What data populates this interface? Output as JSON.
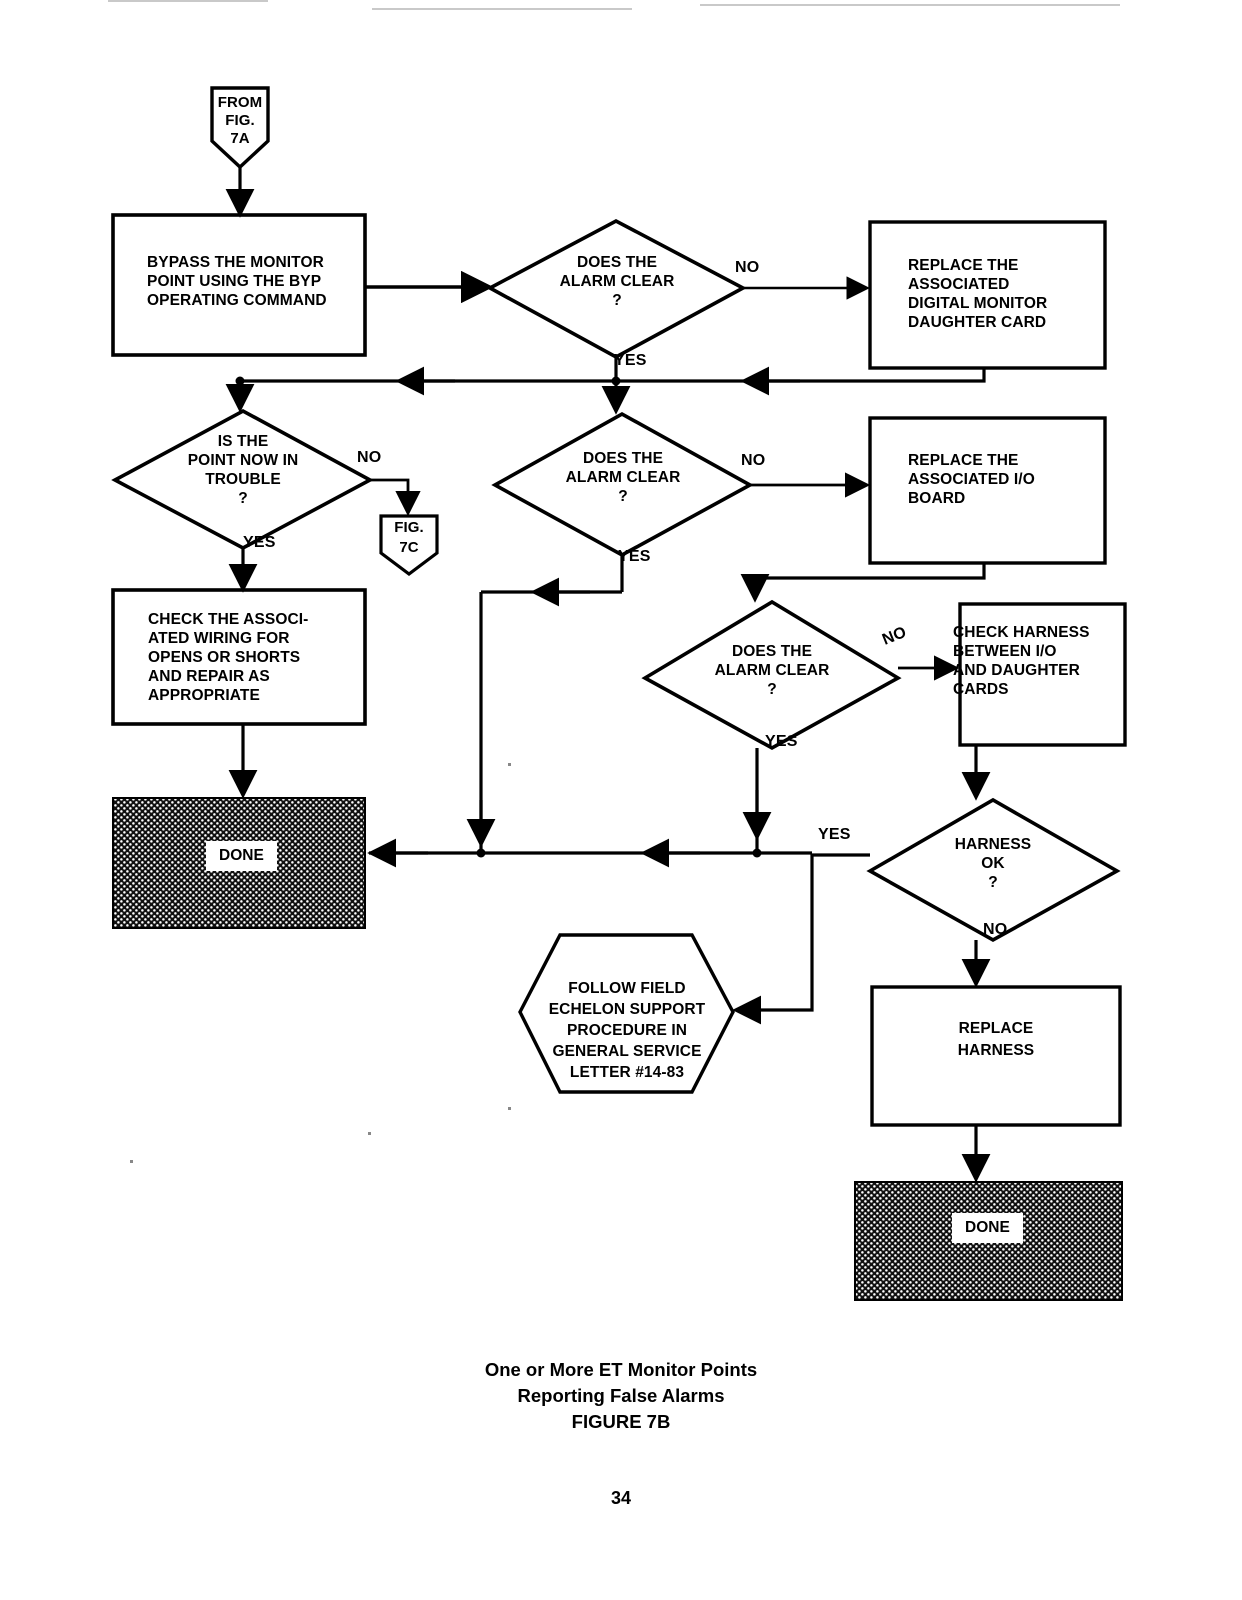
{
  "document": {
    "page_number": "34",
    "caption_line1": "One or More ET Monitor Points",
    "caption_line2": "Reporting False Alarms",
    "caption_line3": "FIGURE 7B"
  },
  "chart_data": {
    "type": "flowchart",
    "title": "One or More ET Monitor Points Reporting False Alarms - FIGURE 7B"
  },
  "nodes": {
    "from_fig_7a": {
      "id": "from-fig-7a",
      "shape": "shield",
      "text": "FROM\nFIG.\n7A"
    },
    "bypass_monitor": {
      "id": "bypass-monitor-point",
      "shape": "process",
      "text": "BYPASS THE MONITOR\nPOINT USING THE BYP\nOPERATING COMMAND"
    },
    "alarm_clear_1": {
      "id": "does-alarm-clear-1",
      "shape": "decision",
      "text": "DOES THE\nALARM CLEAR\n?"
    },
    "replace_daughter_card": {
      "id": "replace-digital-monitor-daughter-card",
      "shape": "process",
      "text": "REPLACE THE\nASSOCIATED\nDIGITAL MONITOR\nDAUGHTER CARD"
    },
    "point_in_trouble": {
      "id": "is-point-now-in-trouble",
      "shape": "decision",
      "text": "IS THE\nPOINT NOW IN\nTROUBLE\n?"
    },
    "fig_7c": {
      "id": "fig-7c",
      "shape": "shield",
      "text": "FIG.\n7C"
    },
    "alarm_clear_2": {
      "id": "does-alarm-clear-2",
      "shape": "decision",
      "text": "DOES THE\nALARM CLEAR\n?"
    },
    "replace_io_board": {
      "id": "replace-associated-io-board",
      "shape": "process",
      "text": "REPLACE THE\nASSOCIATED I/O\nBOARD"
    },
    "check_wiring": {
      "id": "check-associated-wiring",
      "shape": "process",
      "text": "CHECK THE ASSOCI-\nATED WIRING FOR\nOPENS OR SHORTS\nAND REPAIR AS\nAPPROPRIATE"
    },
    "alarm_clear_3": {
      "id": "does-alarm-clear-3",
      "shape": "decision",
      "text": "DOES THE\nALARM CLEAR\n?"
    },
    "check_harness": {
      "id": "check-harness-between-io-and-daughter-cards",
      "shape": "process",
      "text": "CHECK HARNESS\nBETWEEN I/O\nAND DAUGHTER\nCARDS"
    },
    "done_left": {
      "id": "done-left",
      "shape": "terminator-shaded",
      "text": "DONE"
    },
    "harness_ok": {
      "id": "harness-ok",
      "shape": "decision",
      "text": "HARNESS\nOK\n?"
    },
    "follow_field_echelon": {
      "id": "follow-field-echelon-support",
      "shape": "hexagon",
      "text": "FOLLOW FIELD\nECHELON SUPPORT\nPROCEDURE IN\nGENERAL SERVICE\nLETTER #14-83"
    },
    "replace_harness": {
      "id": "replace-harness",
      "shape": "process",
      "text": "REPLACE\nHARNESS"
    },
    "done_right": {
      "id": "done-right",
      "shape": "terminator-shaded",
      "text": "DONE"
    }
  },
  "edge_labels": {
    "no_1": "NO",
    "yes_1": "YES",
    "no_2": "NO",
    "yes_2": "YES",
    "no_3": "NO",
    "yes_3": "YES",
    "no_4": "NO",
    "yes_4": "YES",
    "yes_harness": "YES",
    "no_harness": "NO"
  },
  "colors": {
    "line": "#000000",
    "background": "#ffffff",
    "shade": "#1a1a1a",
    "scan_edge": "#c9c9c9"
  }
}
